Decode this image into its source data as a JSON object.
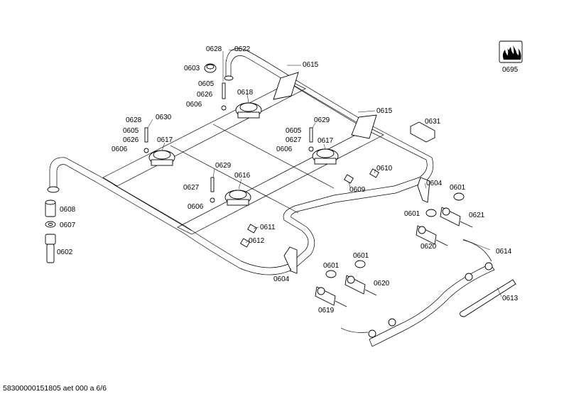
{
  "footer": {
    "document_code": "58300000151805 aet 000 a 6/6"
  },
  "labels": [
    {
      "id": "l0628a",
      "text": "0628"
    },
    {
      "id": "l0622",
      "text": "0622"
    },
    {
      "id": "l0603",
      "text": "0603"
    },
    {
      "id": "l0615a",
      "text": "0615"
    },
    {
      "id": "l0605a",
      "text": "0605"
    },
    {
      "id": "l0618",
      "text": "0618"
    },
    {
      "id": "l0626a",
      "text": "0626"
    },
    {
      "id": "l0606a",
      "text": "0606"
    },
    {
      "id": "l0615b",
      "text": "0615"
    },
    {
      "id": "l0628b",
      "text": "0628"
    },
    {
      "id": "l0630",
      "text": "0630"
    },
    {
      "id": "l0629a",
      "text": "0629"
    },
    {
      "id": "l0605b",
      "text": "0605"
    },
    {
      "id": "l0605c",
      "text": "0605"
    },
    {
      "id": "l0631",
      "text": "0631"
    },
    {
      "id": "l0626b",
      "text": "0626"
    },
    {
      "id": "l0617a",
      "text": "0617"
    },
    {
      "id": "l0627a",
      "text": "0627"
    },
    {
      "id": "l0606b",
      "text": "0606"
    },
    {
      "id": "l0606c",
      "text": "0606"
    },
    {
      "id": "l0617b",
      "text": "0617"
    },
    {
      "id": "l0629b",
      "text": "0629"
    },
    {
      "id": "l0610",
      "text": "0610"
    },
    {
      "id": "l0616",
      "text": "0616"
    },
    {
      "id": "l0604a",
      "text": "0604"
    },
    {
      "id": "l0627b",
      "text": "0627"
    },
    {
      "id": "l0609",
      "text": "0609"
    },
    {
      "id": "l0601a",
      "text": "0601"
    },
    {
      "id": "l0606d",
      "text": "0606"
    },
    {
      "id": "l0608",
      "text": "0608"
    },
    {
      "id": "l0601b",
      "text": "0601"
    },
    {
      "id": "l0621",
      "text": "0621"
    },
    {
      "id": "l0607",
      "text": "0607"
    },
    {
      "id": "l0611",
      "text": "0611"
    },
    {
      "id": "l0612",
      "text": "0612"
    },
    {
      "id": "l0620a",
      "text": "0620"
    },
    {
      "id": "l0602",
      "text": "0602"
    },
    {
      "id": "l0614",
      "text": "0614"
    },
    {
      "id": "l0601c",
      "text": "0601"
    },
    {
      "id": "l0601d",
      "text": "0601"
    },
    {
      "id": "l0620b",
      "text": "0620"
    },
    {
      "id": "l0604b",
      "text": "0604"
    },
    {
      "id": "l0613",
      "text": "0613"
    },
    {
      "id": "l0619",
      "text": "0619"
    },
    {
      "id": "l0695",
      "text": "0695"
    }
  ]
}
